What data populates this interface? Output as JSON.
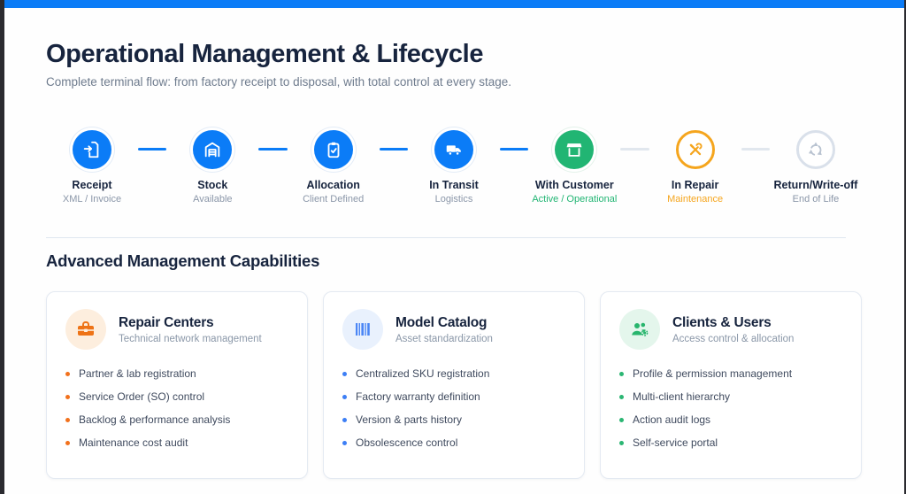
{
  "page": {
    "title": "Operational Management & Lifecycle",
    "subtitle": "Complete terminal flow: from factory receipt to disposal, with total control at every stage."
  },
  "timeline": {
    "steps": [
      {
        "label": "Receipt",
        "sublabel": "XML / Invoice",
        "icon": "file-import-icon",
        "state": "done-blue"
      },
      {
        "label": "Stock",
        "sublabel": "Available",
        "icon": "warehouse-icon",
        "state": "done-blue"
      },
      {
        "label": "Allocation",
        "sublabel": "Client Defined",
        "icon": "clipboard-check-icon",
        "state": "done-blue"
      },
      {
        "label": "In Transit",
        "sublabel": "Logistics",
        "icon": "truck-icon",
        "state": "done-blue"
      },
      {
        "label": "With Customer",
        "sublabel": "Active / Operational",
        "icon": "storefront-icon",
        "state": "active-green"
      },
      {
        "label": "In Repair",
        "sublabel": "Maintenance",
        "icon": "tools-icon",
        "state": "outlined-orange"
      },
      {
        "label": "Return/Write-off",
        "sublabel": "End of Life",
        "icon": "recycle-icon",
        "state": "outlined-gray"
      }
    ]
  },
  "section": {
    "heading": "Advanced Management Capabilities"
  },
  "cards": [
    {
      "title": "Repair Centers",
      "subtitle": "Technical network management",
      "icon": "toolbox-icon",
      "accent": "#ee7316",
      "items": [
        "Partner & lab registration",
        "Service Order (SO) control",
        "Backlog & performance analysis",
        "Maintenance cost audit"
      ]
    },
    {
      "title": "Model Catalog",
      "subtitle": "Asset standardization",
      "icon": "barcode-icon",
      "accent": "#3d7ff5",
      "items": [
        "Centralized SKU registration",
        "Factory warranty definition",
        "Version & parts history",
        "Obsolescence control"
      ]
    },
    {
      "title": "Clients & Users",
      "subtitle": "Access control & allocation",
      "icon": "users-gear-icon",
      "accent": "#2bb673",
      "items": [
        "Profile & permission management",
        "Multi-client hierarchy",
        "Action audit logs",
        "Self-service portal"
      ]
    }
  ],
  "colors": {
    "topbar_blue": "#0b7cf7",
    "step_blue": "#0b7cf7",
    "step_green": "#21b573",
    "step_orange": "#f5a51d",
    "step_gray_ring": "#d9e0ea",
    "heading_navy": "#17243e",
    "muted_text": "#8a96a8"
  }
}
